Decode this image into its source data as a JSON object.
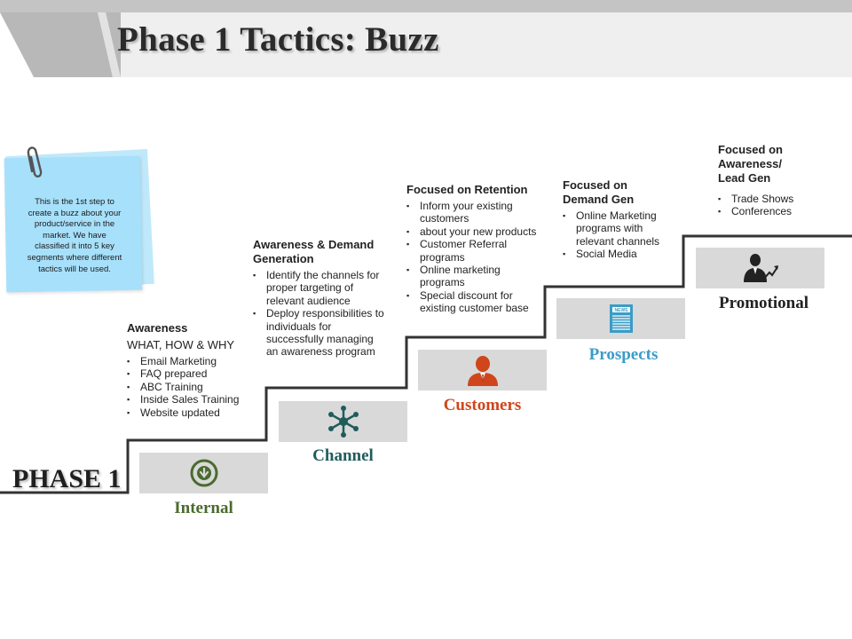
{
  "title": "Phase 1 Tactics: Buzz",
  "phase_label": "PHASE 1",
  "note": "This is the 1st step to create a buzz about your product/service in the market. We have classified it into 5 key segments where different tactics will be used.",
  "colors": {
    "internal": "#4a6b2f",
    "channel": "#1f5c5c",
    "customers": "#d0451b",
    "prospects": "#3a9cc7",
    "promotional": "#222222",
    "box": "#d9d9d9",
    "note": "#a7e0fa"
  },
  "steps": [
    {
      "label": "Internal",
      "icon": "download-circle-icon"
    },
    {
      "label": "Channel",
      "icon": "network-hub-icon"
    },
    {
      "label": "Customers",
      "icon": "person-icon"
    },
    {
      "label": "Prospects",
      "icon": "newspaper-icon"
    },
    {
      "label": "Promotional",
      "icon": "businessman-growth-icon"
    }
  ],
  "blocks": [
    {
      "heading": "Awareness",
      "subheading": "WHAT, HOW & WHY",
      "items": [
        "Email Marketing",
        "FAQ prepared",
        "ABC Training",
        "Inside Sales Training",
        "Website updated"
      ]
    },
    {
      "heading": "Awareness & Demand Generation",
      "items": [
        "Identify the channels for proper targeting of relevant audience",
        "Deploy responsibilities to individuals for successfully managing an awareness program"
      ]
    },
    {
      "heading": "Focused on Retention",
      "items": [
        "Inform your existing customers",
        "about your new products",
        "Customer Referral programs",
        "Online marketing programs",
        "Special discount for existing customer base"
      ]
    },
    {
      "heading": "Focused on Demand Gen",
      "items": [
        "Online Marketing programs with relevant channels",
        "Social Media"
      ]
    },
    {
      "heading": "Focused on Awareness/ Lead Gen",
      "items": [
        "Trade Shows",
        "Conferences"
      ]
    }
  ]
}
